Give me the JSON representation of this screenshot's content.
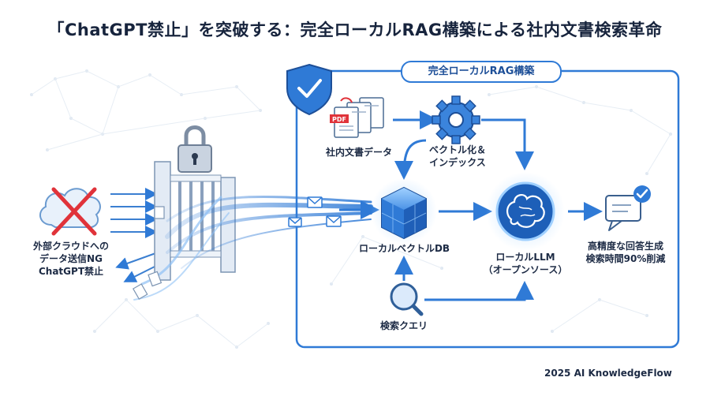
{
  "title": "「ChatGPT禁止」を突破する：完全ローカルRAG構築による社内文書検索革命",
  "frame_title": "完全ローカルRAG構築",
  "nodes": {
    "cloud_ng": [
      "外部クラウドへの",
      "データ送信NG",
      "ChatGPT禁止"
    ],
    "documents": "社内文書データ",
    "vectorize": [
      "ベクトル化＆",
      "インデックス"
    ],
    "vector_db": "ローカルベクトルDB",
    "local_llm": [
      "ローカルLLM",
      "（オープンソース）"
    ],
    "result": [
      "高精度な回答生成",
      "検索時間90%削減"
    ],
    "query": "検索クエリ",
    "pdf_badge": "PDF"
  },
  "footer": "2025 AI KnowledgeFlow",
  "colors": {
    "primary": "#2f7ad6",
    "dark_blue": "#1d4f98",
    "light_blue": "#8fc1f5",
    "ng_red": "#e0333a",
    "glow": "#bfe0ff"
  },
  "icons": {
    "shield": "shield-check-icon",
    "lock": "padlock-icon",
    "gate": "gate-icon",
    "cloud": "cloud-icon",
    "cross": "red-x-icon",
    "pdf": "pdf-document-icon",
    "gear": "gear-icon",
    "cube": "database-cube-icon",
    "brain": "brain-icon",
    "chat": "chat-check-icon",
    "search": "magnifier-icon",
    "mail": "envelope-icon"
  }
}
